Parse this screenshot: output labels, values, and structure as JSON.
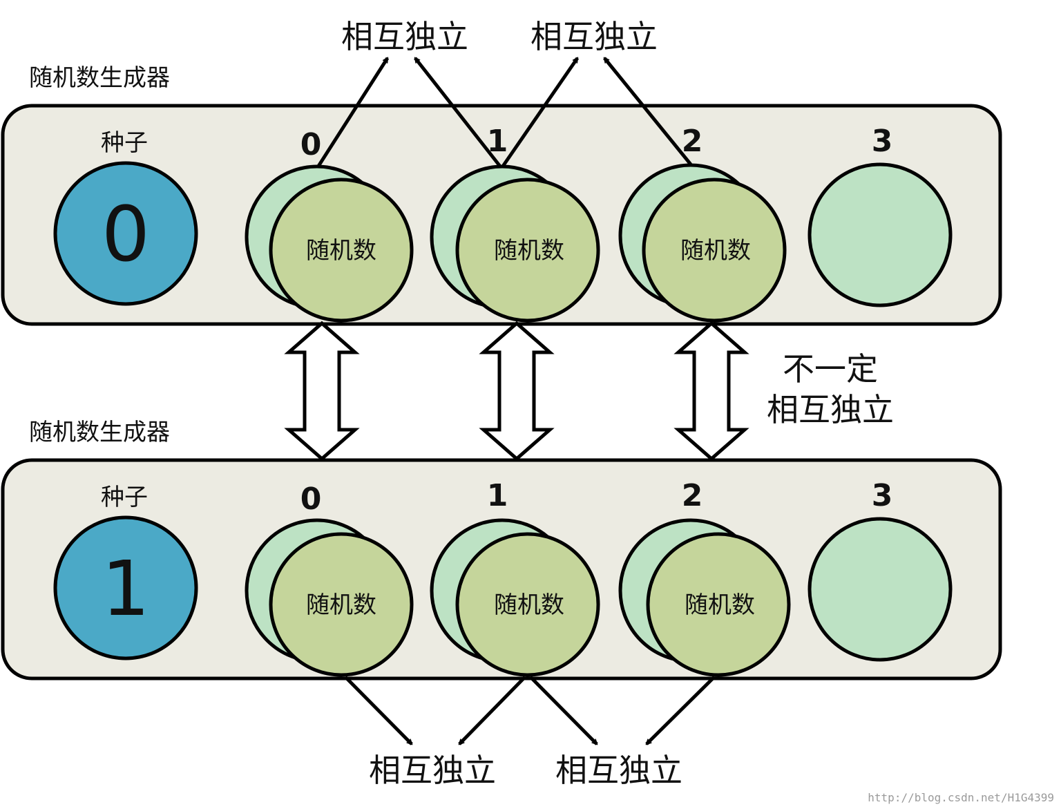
{
  "colors": {
    "panel_fill": "#ecebe2",
    "seed_fill": "#4ba9c7",
    "back_circle_fill": "#bde2c4",
    "front_circle_fill": "#c5d59b",
    "empty_circle_fill": "#bde2c4",
    "stroke": "#000000"
  },
  "icons": {
    "arrow": "single-head-arrow",
    "double_arrow": "hollow-double-head-arrow"
  },
  "generators": [
    {
      "label": "随机数生成器",
      "seed_label": "种子",
      "seed_value": "0",
      "slots": [
        {
          "index": "0",
          "text": "随机数"
        },
        {
          "index": "1",
          "text": "随机数"
        },
        {
          "index": "2",
          "text": "随机数"
        },
        {
          "index": "3",
          "text": ""
        }
      ]
    },
    {
      "label": "随机数生成器",
      "seed_label": "种子",
      "seed_value": "1",
      "slots": [
        {
          "index": "0",
          "text": "随机数"
        },
        {
          "index": "1",
          "text": "随机数"
        },
        {
          "index": "2",
          "text": "随机数"
        },
        {
          "index": "3",
          "text": ""
        }
      ]
    }
  ],
  "top_annotations": [
    "相互独立",
    "相互独立"
  ],
  "bottom_annotations": [
    "相互独立",
    "相互独立"
  ],
  "middle_annotation": {
    "line1": "不一定",
    "line2": "相互独立"
  },
  "watermark": "http://blog.csdn.net/H1G4399"
}
